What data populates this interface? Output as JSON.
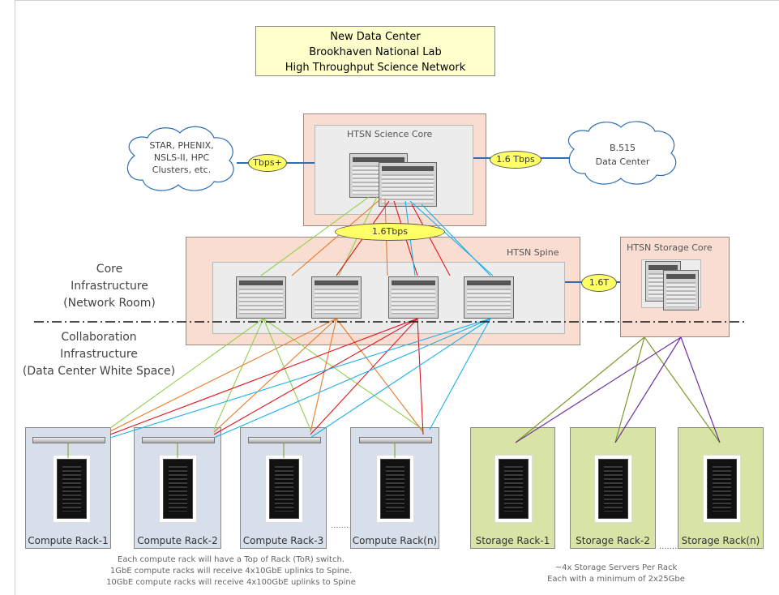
{
  "title": {
    "line1": "New Data Center",
    "line2": "Brookhaven National Lab",
    "line3": "High Throughput Science Network"
  },
  "science_core": {
    "label": "HTSN Science Core"
  },
  "spine": {
    "label": "HTSN Spine"
  },
  "storage_core": {
    "label": "HTSN Storage Core"
  },
  "clouds": {
    "left": [
      "STAR, PHENIX,",
      "NSLS-II, HPC",
      "Clusters, etc."
    ],
    "right": [
      "B.515",
      "Data Center"
    ]
  },
  "links": {
    "left": "Tbps+",
    "right": "1.6 Tbps",
    "core_spine": "1.6Tbps",
    "spine_storage": "1.6T"
  },
  "zones": {
    "core": [
      "Core",
      "Infrastructure",
      "(Network Room)"
    ],
    "collab": [
      "Collaboration",
      "Infrastructure",
      "(Data Center White Space)"
    ]
  },
  "compute_racks": [
    "Compute Rack-1",
    "Compute Rack-2",
    "Compute Rack-3",
    "Compute Rack(n)"
  ],
  "storage_racks": [
    "Storage Rack-1",
    "Storage Rack-2",
    "Storage Rack(n)"
  ],
  "ellipsis": ".......",
  "notes": {
    "compute": [
      "Each compute rack will have a Top of Rack (ToR) switch.",
      "1GbE compute racks will receive 4x10GbE uplinks to Spine.",
      "10GbE compute racks will receive 4x100GbE uplinks to Spine"
    ],
    "storage": [
      "~4x Storage Servers Per Rack",
      "Each with a minimum of 2x25Gbe"
    ]
  },
  "colors": {
    "green": "#92d050",
    "orange": "#e97b2a",
    "red": "#e0141e",
    "blue": "#1ab0e8",
    "purple": "#7030a0",
    "olive": "#7a9a2a",
    "cloud_link": "#2f6eb5"
  }
}
